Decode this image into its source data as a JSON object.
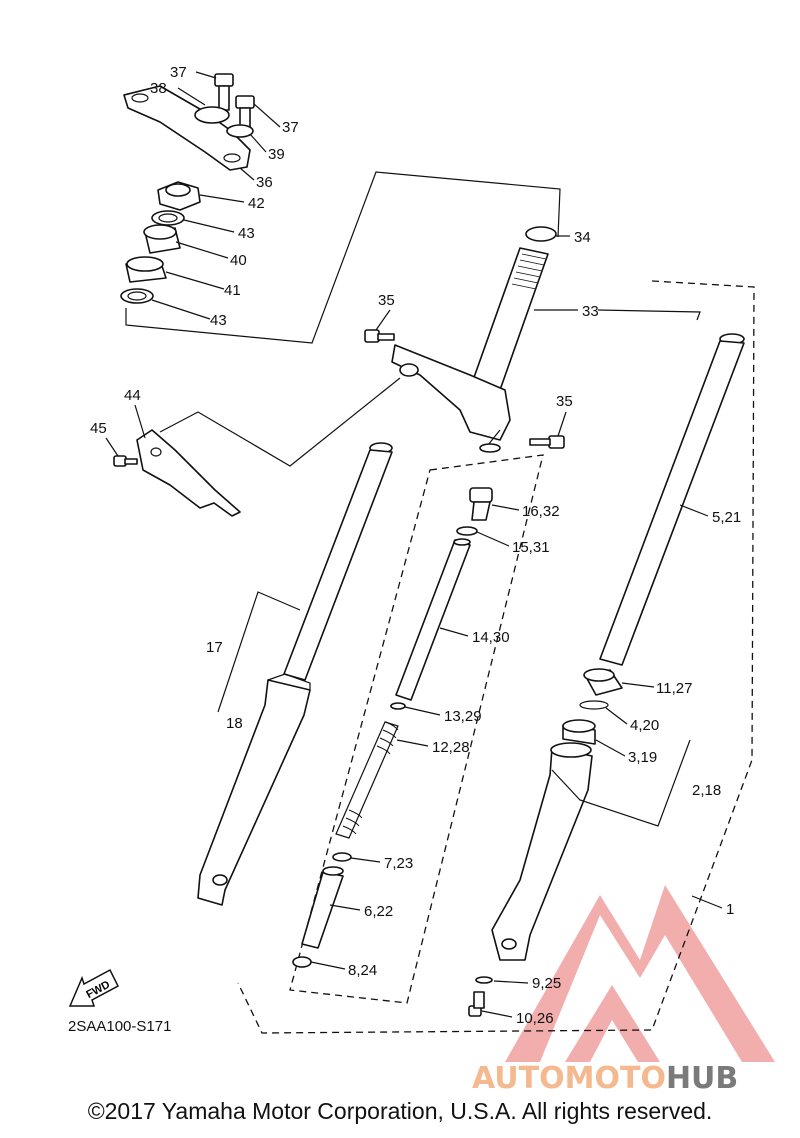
{
  "labels": {
    "l37a": "37",
    "l38": "38",
    "l37b": "37",
    "l39": "39",
    "l36": "36",
    "l42": "42",
    "l43a": "43",
    "l40": "40",
    "l41": "41",
    "l43b": "43",
    "l34": "34",
    "l33": "33",
    "l35a": "35",
    "l35b": "35",
    "l44": "44",
    "l45": "45",
    "l16": "16,32",
    "l15": "15,31",
    "l14": "14,30",
    "l13": "13,29",
    "l12": "12,28",
    "l7": "7,23",
    "l6": "6,22",
    "l8": "8,24",
    "l5": "5,21",
    "l11": "11,27",
    "l4": "4,20",
    "l3": "3,19",
    "l2": "2,18",
    "l17": "17",
    "l18": "18",
    "l1": "1",
    "l9": "9,25",
    "l10": "10,26"
  },
  "fwd": "FWD",
  "diagram_code": "2SAA100-S171",
  "copyright": "©2017 Yamaha Motor Corporation, U.S.A. All rights reserved.",
  "watermark": {
    "part1": "AUTOMOTO",
    "part2": "HUB",
    "color1": "#f5b98f",
    "color2": "#7a7a7a",
    "logo_color": "#e96b6b"
  }
}
